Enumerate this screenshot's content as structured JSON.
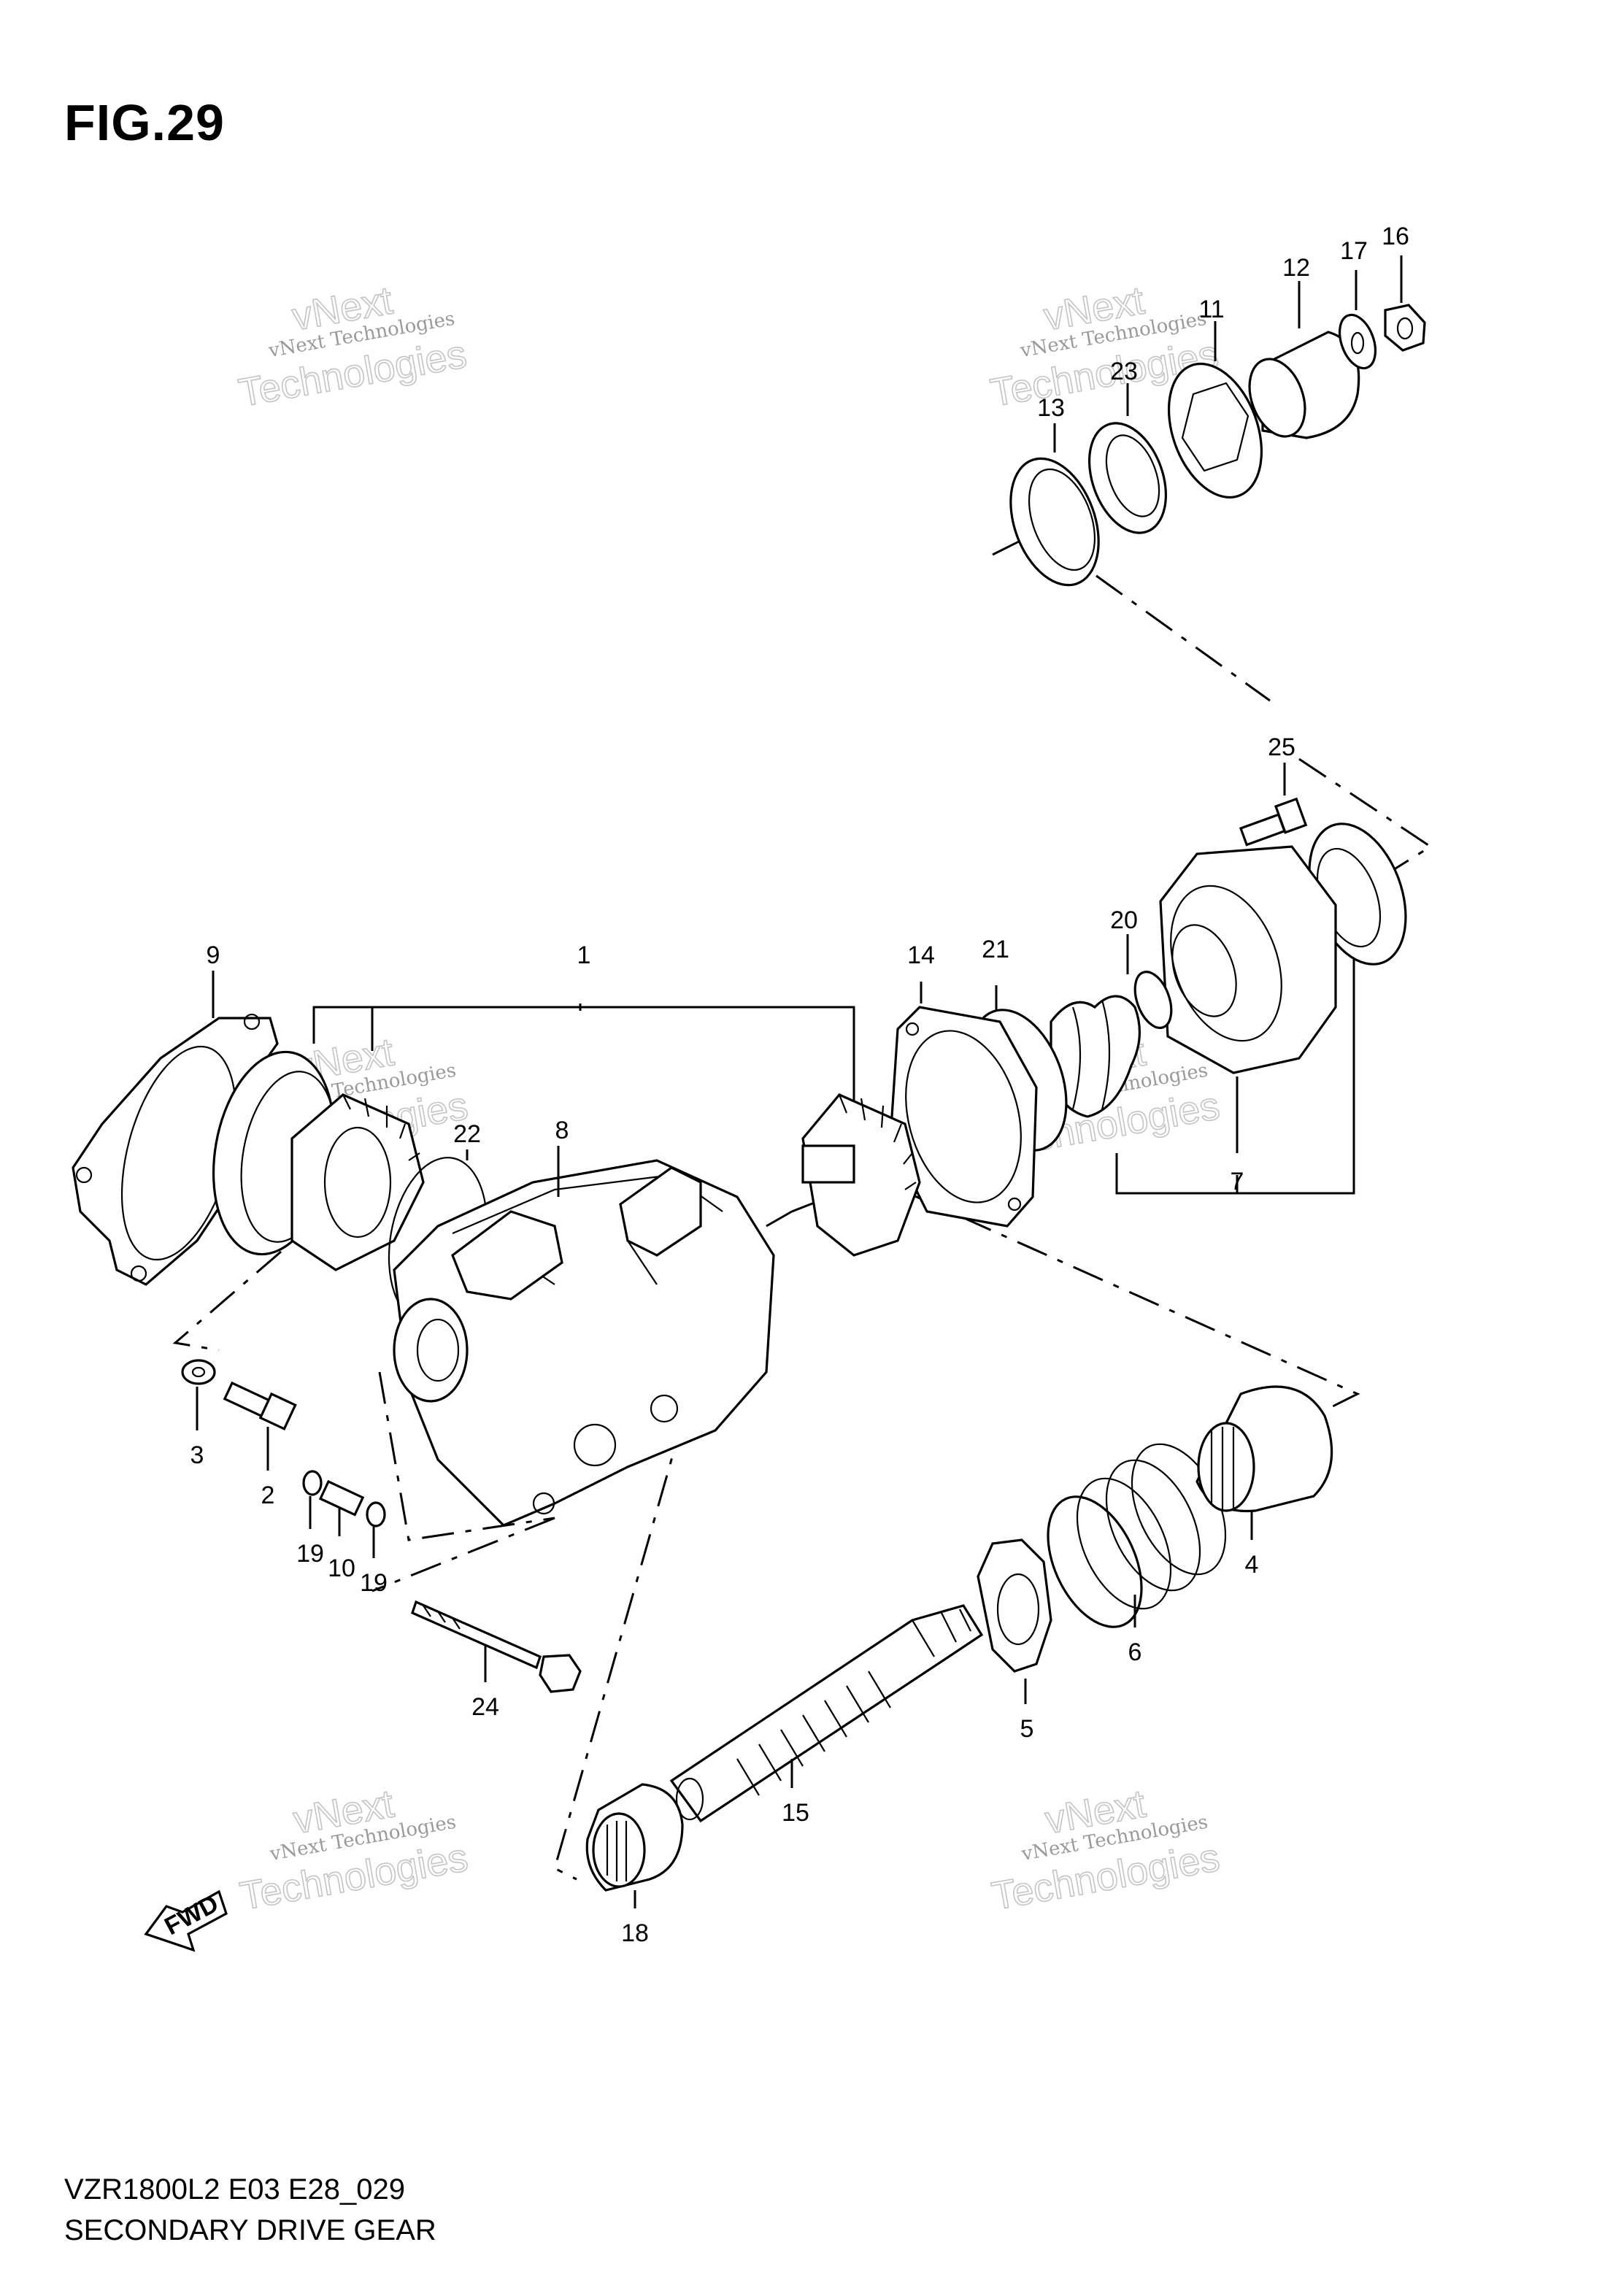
{
  "figure_title": "FIG.29",
  "footer": {
    "model_code": "VZR1800L2 E03 E28_029",
    "section_name": "SECONDARY DRIVE GEAR"
  },
  "watermark": {
    "line_1": "vNext",
    "line_2": "vNext Technologies",
    "line_3": "Technologies"
  },
  "fwd_label": "FWD",
  "callouts": [
    "1",
    "2",
    "3",
    "4",
    "5",
    "6",
    "7",
    "8",
    "9",
    "10",
    "11",
    "12",
    "13",
    "14",
    "15",
    "16",
    "17",
    "18",
    "19",
    "19",
    "20",
    "21",
    "22",
    "23",
    "24",
    "25"
  ]
}
